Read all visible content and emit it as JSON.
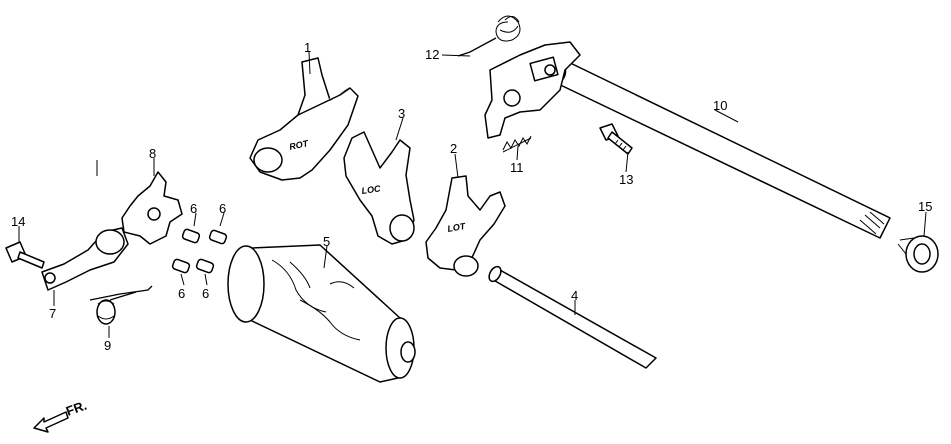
{
  "callouts": {
    "c1": "1",
    "c2": "2",
    "c3": "3",
    "c4": "4",
    "c5": "5",
    "c6a": "6",
    "c6b": "6",
    "c6c": "6",
    "c6d": "6",
    "c7": "7",
    "c8": "8",
    "c9": "9",
    "c10": "10",
    "c11": "11",
    "c12": "12",
    "c13": "13",
    "c14": "14",
    "c15": "15"
  },
  "stamps": {
    "fork1": "ROT",
    "fork2": "LOT",
    "fork3": "LOC"
  },
  "direction": {
    "label": "FR."
  }
}
